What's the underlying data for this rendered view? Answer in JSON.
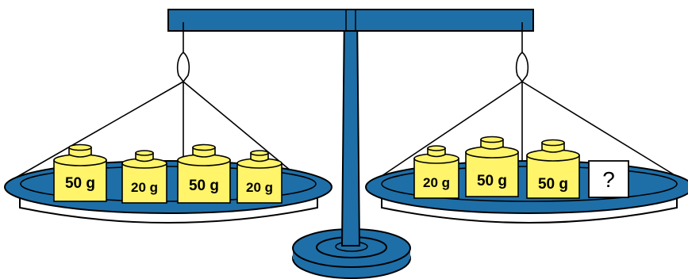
{
  "colors": {
    "metal": "#1E6FA8",
    "weight": "#FFF46A",
    "outline": "#000000",
    "background": "#FFFFFF"
  },
  "left_pan": {
    "weights": [
      {
        "label": "50 g"
      },
      {
        "label": "20 g"
      },
      {
        "label": "50 g"
      },
      {
        "label": "20 g"
      }
    ]
  },
  "right_pan": {
    "weights": [
      {
        "label": "20 g"
      },
      {
        "label": "50 g"
      },
      {
        "label": "50 g"
      }
    ],
    "unknown_label": "?"
  }
}
